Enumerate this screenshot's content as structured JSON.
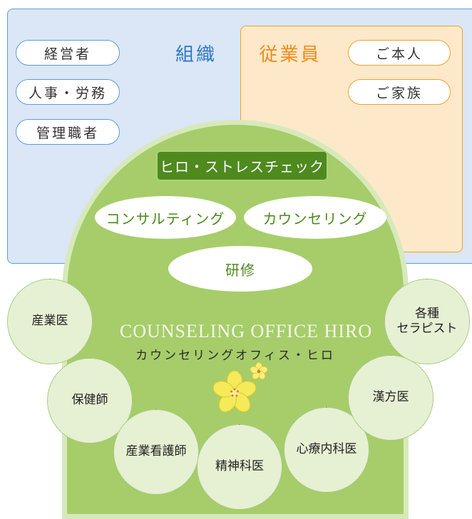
{
  "organization": {
    "title": "組織",
    "pills": [
      "経営者",
      "人事・労務",
      "管理職者"
    ]
  },
  "employees": {
    "title": "従業員",
    "pills": [
      "ご本人",
      "ご家族"
    ]
  },
  "center": {
    "header": "ヒロ・ストレスチェック",
    "services": [
      "コンサルティング",
      "カウンセリング",
      "研修"
    ],
    "brand_en": "COUNSELING OFFICE HIRO",
    "brand_ja": "カウンセリングオフィス・ヒロ"
  },
  "specialists": [
    {
      "line1": "産業医",
      "line2": ""
    },
    {
      "line1": "保健師",
      "line2": ""
    },
    {
      "line1": "産業看護師",
      "line2": ""
    },
    {
      "line1": "精神科医",
      "line2": ""
    },
    {
      "line1": "心療内科医",
      "line2": ""
    },
    {
      "line1": "漢方医",
      "line2": ""
    },
    {
      "line1": "各種",
      "line2": "セラピスト"
    }
  ],
  "colors": {
    "org_blue": "#5a9fd4",
    "emp_orange": "#f0a030",
    "dome_green": "#a6cd6a",
    "header_green": "#4e8a1e"
  }
}
